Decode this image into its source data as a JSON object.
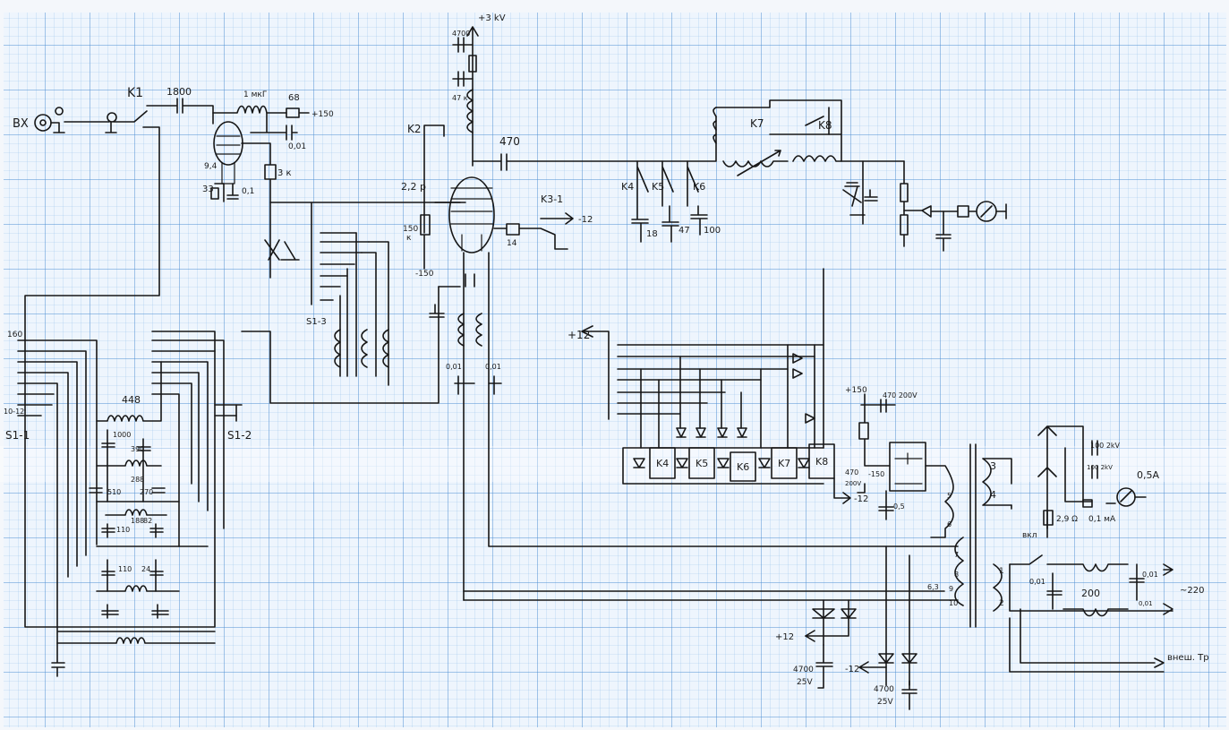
{
  "labels": {
    "input": "BX",
    "k1": "K1",
    "c1800": "1800",
    "choke1mk": "1 мкГ",
    "r68": "68",
    "p150a": "+150",
    "c001a": "0,01",
    "r9k": "9,4",
    "r33": "33",
    "c01a": "0,1",
    "r3k": "3 к",
    "k2": "K2",
    "c22p": "2,2 p",
    "r150k": "150",
    "rk": "к",
    "m150": "-150",
    "hv": "+3 kV",
    "c4700a": "4700",
    "r47k": "47 к",
    "c470": "470",
    "k3_1": "K3-1",
    "m12a": "-12",
    "r14": "14",
    "k4s": "K4",
    "k5s": "K5",
    "k6s": "K6",
    "c18": "18",
    "c47": "47",
    "c100": "100",
    "k7": "K7",
    "k8": "K8",
    "s13": "S1-3",
    "s11": "S1-1",
    "s12": "S1-2",
    "n160": "160",
    "n10_12": "10-12",
    "c448": "448",
    "c1000": "1000",
    "c390": "390",
    "c510": "510",
    "c288": "288",
    "c270": "270",
    "c110a": "110",
    "c188": "188",
    "c82": "82",
    "c110b": "110",
    "c24": "24",
    "c001b": "0,01",
    "c001c": "0,01",
    "p12a": "+12",
    "rk4": "K4",
    "rk5": "K5",
    "rk6": "K6",
    "rk7": "K7",
    "rk8": "K8",
    "p150b": "+150",
    "c470_200": "470 200V",
    "c470_200b": "470",
    "v200": "200V",
    "m150b": "-150",
    "m12b": "-12",
    "c05": "0,5",
    "t5": "5",
    "t6": "6",
    "t7": "7",
    "t8": "8",
    "t9": "9",
    "t10": "10",
    "v63": "6,3",
    "t3": "3",
    "t4": "4",
    "t1": "1",
    "t2": "2",
    "c100_2kv": "100 2kV",
    "c100_2kv_b": "100 2kV",
    "meter": "0,5A",
    "r29": "2,9 Ω",
    "meter2": "0,1 мА",
    "vkl": "вкл",
    "c001d": "0,01",
    "c001e": "0,01",
    "c001f": "0,01",
    "c200": "200",
    "v220": "~220",
    "p12b": "+12",
    "m12c": "-12",
    "c4700b": "4700",
    "v25a": "25V",
    "c4700c": "4700",
    "v25b": "25V",
    "vnesh": "внеш. Тр"
  }
}
